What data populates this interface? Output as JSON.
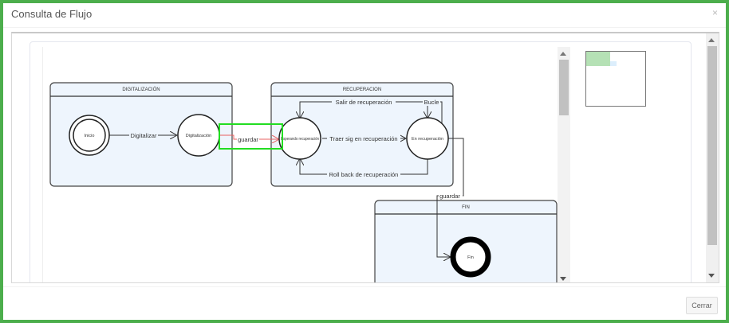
{
  "modal": {
    "title": "Consulta de Flujo",
    "close_icon": "×",
    "close_button_label": "Cerrar"
  },
  "diagram": {
    "lanes": [
      {
        "id": "digitalizacion",
        "title": "DIGITALIZACIÓN"
      },
      {
        "id": "recuperacion",
        "title": "RECUPERACION"
      },
      {
        "id": "fin",
        "title": "FIN"
      }
    ],
    "states": [
      {
        "id": "inicio",
        "label": "Inicio",
        "type": "initial"
      },
      {
        "id": "digitalizacion",
        "label": "Digitalización",
        "type": "state"
      },
      {
        "id": "esperando",
        "label": "Esperando recuperación",
        "type": "state"
      },
      {
        "id": "en-recuperacion",
        "label": "En recuperación",
        "type": "state"
      },
      {
        "id": "fin",
        "label": "Fin",
        "type": "final"
      }
    ],
    "transitions": [
      {
        "from": "inicio",
        "to": "digitalizacion",
        "label": "Digitalizar"
      },
      {
        "from": "digitalizacion",
        "to": "esperando",
        "label": "guardar",
        "highlighted": true
      },
      {
        "from": "esperando",
        "to": "en-recuperacion",
        "label": "Traer sig en recuperación"
      },
      {
        "from": "en-recuperacion",
        "to": "esperando",
        "label": "Salir de recuperación"
      },
      {
        "from": "en-recuperacion",
        "to": "en-recuperacion",
        "label": "Bucle"
      },
      {
        "from": "en-recuperacion",
        "to": "esperando",
        "label": "Roll back de recuperación"
      },
      {
        "from": "en-recuperacion",
        "to": "fin",
        "label": "guardar"
      }
    ],
    "highlight_color": "#22dd22",
    "active_edge_color": "#e86060"
  }
}
